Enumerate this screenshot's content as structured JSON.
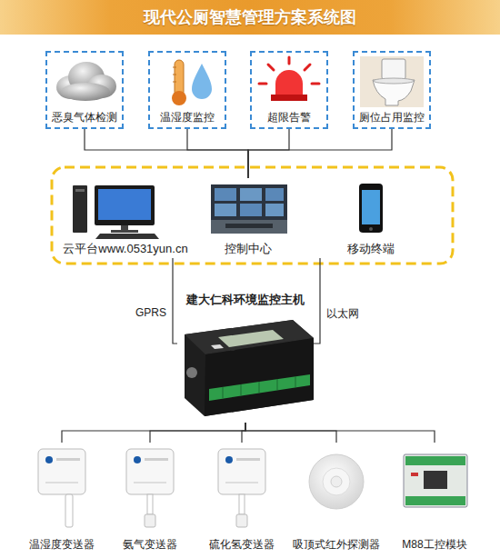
{
  "diagram": {
    "title": "现代公厕智慧管理方案系统图",
    "nodes": [
      {
        "text": [
          "恶臭气体检测"
        ]
      },
      {
        "text": [
          "温湿度监控"
        ]
      },
      {
        "text": [
          "超限告警"
        ]
      },
      {
        "text": [
          "厕位占用监控"
        ]
      },
      {
        "text": [
          "云平台www.0531yun.cn"
        ]
      },
      {
        "text": [
          "控制中心"
        ]
      },
      {
        "text": [
          "移动终端"
        ]
      },
      {
        "text": [
          "建大仁科环境监控主机"
        ]
      },
      {
        "text": [
          "温湿度变送器"
        ]
      },
      {
        "text": [
          "氨气变送器"
        ]
      },
      {
        "text": [
          "硫化氢变送器"
        ]
      },
      {
        "text": [
          "吸顶式红外探测器"
        ]
      },
      {
        "text": [
          "M88工控模块"
        ]
      }
    ],
    "edges": [
      {
        "from": 0,
        "to": 5,
        "arrow": "none"
      },
      {
        "from": 1,
        "to": 5,
        "arrow": "none"
      },
      {
        "from": 2,
        "to": 5,
        "arrow": "none"
      },
      {
        "from": 3,
        "to": 5,
        "arrow": "none"
      },
      {
        "from": 4,
        "to": 7,
        "label": "GPRS",
        "arrow": "none"
      },
      {
        "from": 6,
        "to": 7,
        "label": "以太网",
        "arrow": "none"
      },
      {
        "from": 7,
        "to": 8,
        "arrow": "none"
      },
      {
        "from": 7,
        "to": 9,
        "arrow": "none"
      },
      {
        "from": 7,
        "to": 10,
        "arrow": "none"
      },
      {
        "from": 7,
        "to": 11,
        "arrow": "none"
      },
      {
        "from": 7,
        "to": 12,
        "arrow": "none"
      }
    ]
  }
}
